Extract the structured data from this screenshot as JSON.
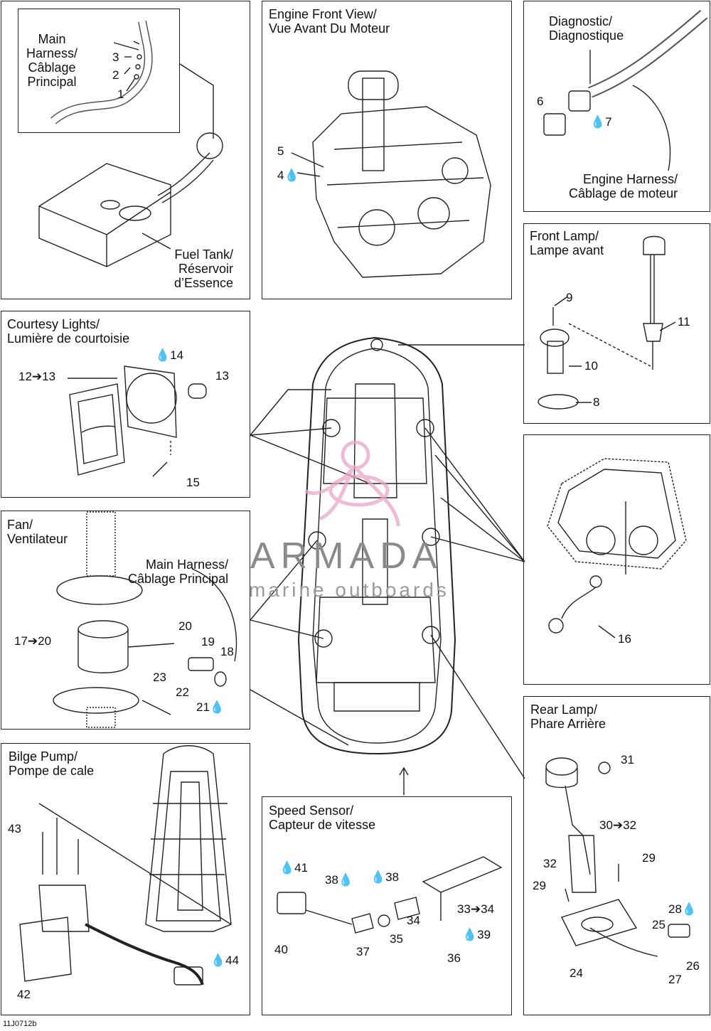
{
  "panels": {
    "fuel_tank": {
      "inset_title": "Main\nHarness/\nCâblage\nPrincipal",
      "label": "Fuel Tank/\nRéservoir\nd’Essence",
      "callouts": [
        "3",
        "2",
        "1"
      ]
    },
    "engine": {
      "title": "Engine Front View/\nVue Avant Du Moteur",
      "callouts": [
        "5",
        "4"
      ]
    },
    "diagnostic": {
      "title": "Diagnostic/\nDiagnostique",
      "label": "Engine Harness/\nCâblage de moteur",
      "callouts": [
        "6",
        "7"
      ]
    },
    "front_lamp": {
      "title": "Front Lamp/\nLampe avant",
      "callouts": [
        "9",
        "11",
        "10",
        "8"
      ]
    },
    "courtesy": {
      "title": "Courtesy Lights/\nLumière de courtoisie",
      "callouts": [
        "14",
        "12➔13",
        "13",
        "15"
      ]
    },
    "fan": {
      "title": "Fan/\nVentilateur",
      "label": "Main Harness/\nCâblage Principal",
      "callouts": [
        "17➔20",
        "20",
        "19",
        "18",
        "23",
        "22",
        "21"
      ]
    },
    "light16": {
      "callouts": [
        "16"
      ]
    },
    "rear_lamp": {
      "title": "Rear Lamp/\nPhare Arrière",
      "callouts": [
        "31",
        "30➔32",
        "29",
        "32",
        "29",
        "28",
        "25",
        "26",
        "24",
        "27"
      ]
    },
    "bilge": {
      "title": "Bilge Pump/\nPompe de cale",
      "callouts": [
        "43",
        "44",
        "42"
      ]
    },
    "speed": {
      "title": "Speed Sensor/\nCapteur de vitesse",
      "callouts": [
        "41",
        "38",
        "38",
        "34",
        "33➔34",
        "35",
        "39",
        "40",
        "37",
        "36"
      ]
    }
  },
  "watermark": {
    "line1": "ARMADA",
    "line2": "marine outboards"
  },
  "figure_code": "11J0712b",
  "colors": {
    "line": "#222222",
    "watermark_pink": "#e9a6c8"
  }
}
